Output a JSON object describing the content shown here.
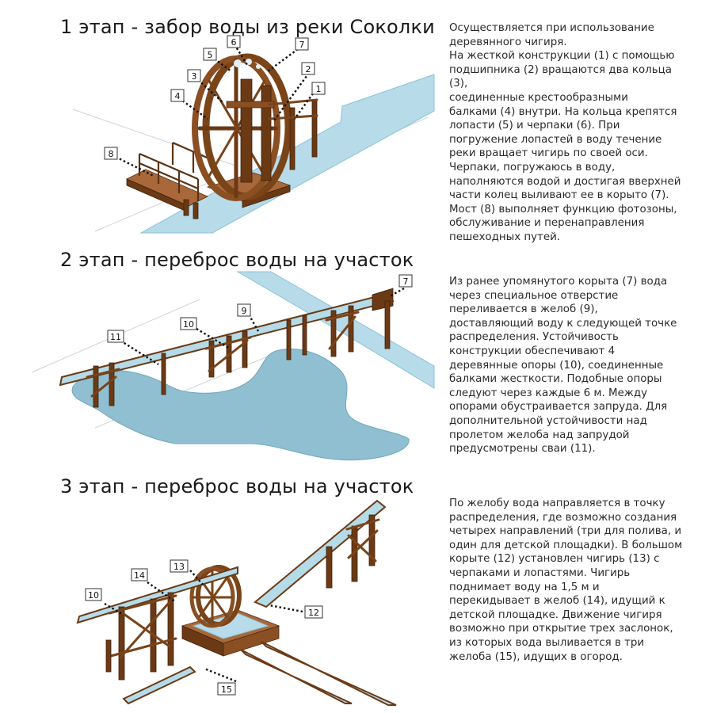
{
  "stages": [
    {
      "title": "1 этап - забор воды из реки Соколки",
      "description": [
        "Осуществляется при использование",
        "деревянного чигиря.",
        "На жесткой конструкции (1) с помощью",
        "подшипника (2) вращаются два кольца",
        "(3),",
        "соединенные крестообразными",
        "балками (4) внутри. На кольца крепятся",
        "лопасти (5) и черпаки (6). При",
        "погружение лопастей в воду течение",
        "реки вращает чигирь по своей оси.",
        "Черпаки, погружаюсь в воду,",
        "наполняются водой и достигая вверхней",
        "части колец выливают ее в корыто (7).",
        "Мост (8) выполняет функцию фотозоны,",
        "обслуживание и перенаправления",
        "пешеходных путей."
      ],
      "labels": [
        "1",
        "2",
        "3",
        "4",
        "5",
        "6",
        "7",
        "8"
      ]
    },
    {
      "title": "2 этап - переброс воды на участок",
      "description": [
        "Из ранее упомянутого корыта (7) вода",
        "через специальное отверстие",
        "переливается в желоб (9),",
        "доставляющий воду к следующей точке",
        "распределения. Устойчивость",
        "конструкции обеспечивают 4",
        "деревянные опоры (10), соединенные",
        "балками жесткости. Подобные опоры",
        "следуют через каждые 6 м. Между",
        "опорами обустраивается запруда. Для",
        "дополнительной устойчивости над",
        "пролетом желоба над запрудой",
        "предусмотрены сваи (11)."
      ],
      "labels": [
        "7",
        "9",
        "10",
        "11"
      ]
    },
    {
      "title": "3 этап - переброс воды на участок",
      "description": [
        "По желобу вода направляется в точку",
        "распределения, где возможно создания",
        "четырех направлений (три для полива, и",
        "один для детской площадки). В большом",
        "корыте (12) установлен чигирь (13) с",
        "черпаками и лопастями. Чигирь",
        "поднимает воду на 1,5 м и",
        "перекидывает в желоб (14), идущий к",
        "детской площадке. Движение чигиря",
        "возможно при открытие трех заслонок,",
        "из которых вода выливается в три",
        "желоба (15), идущих в огород."
      ],
      "labels": [
        "10",
        "12",
        "13",
        "14",
        "15"
      ]
    }
  ],
  "colors": {
    "wood": "#8a4f22",
    "wood_dark": "#6b3a15",
    "river": "#b7dbe9",
    "pond": "#8fbfd0",
    "ground_lines": "#cfd3d6",
    "text": "#222222"
  }
}
